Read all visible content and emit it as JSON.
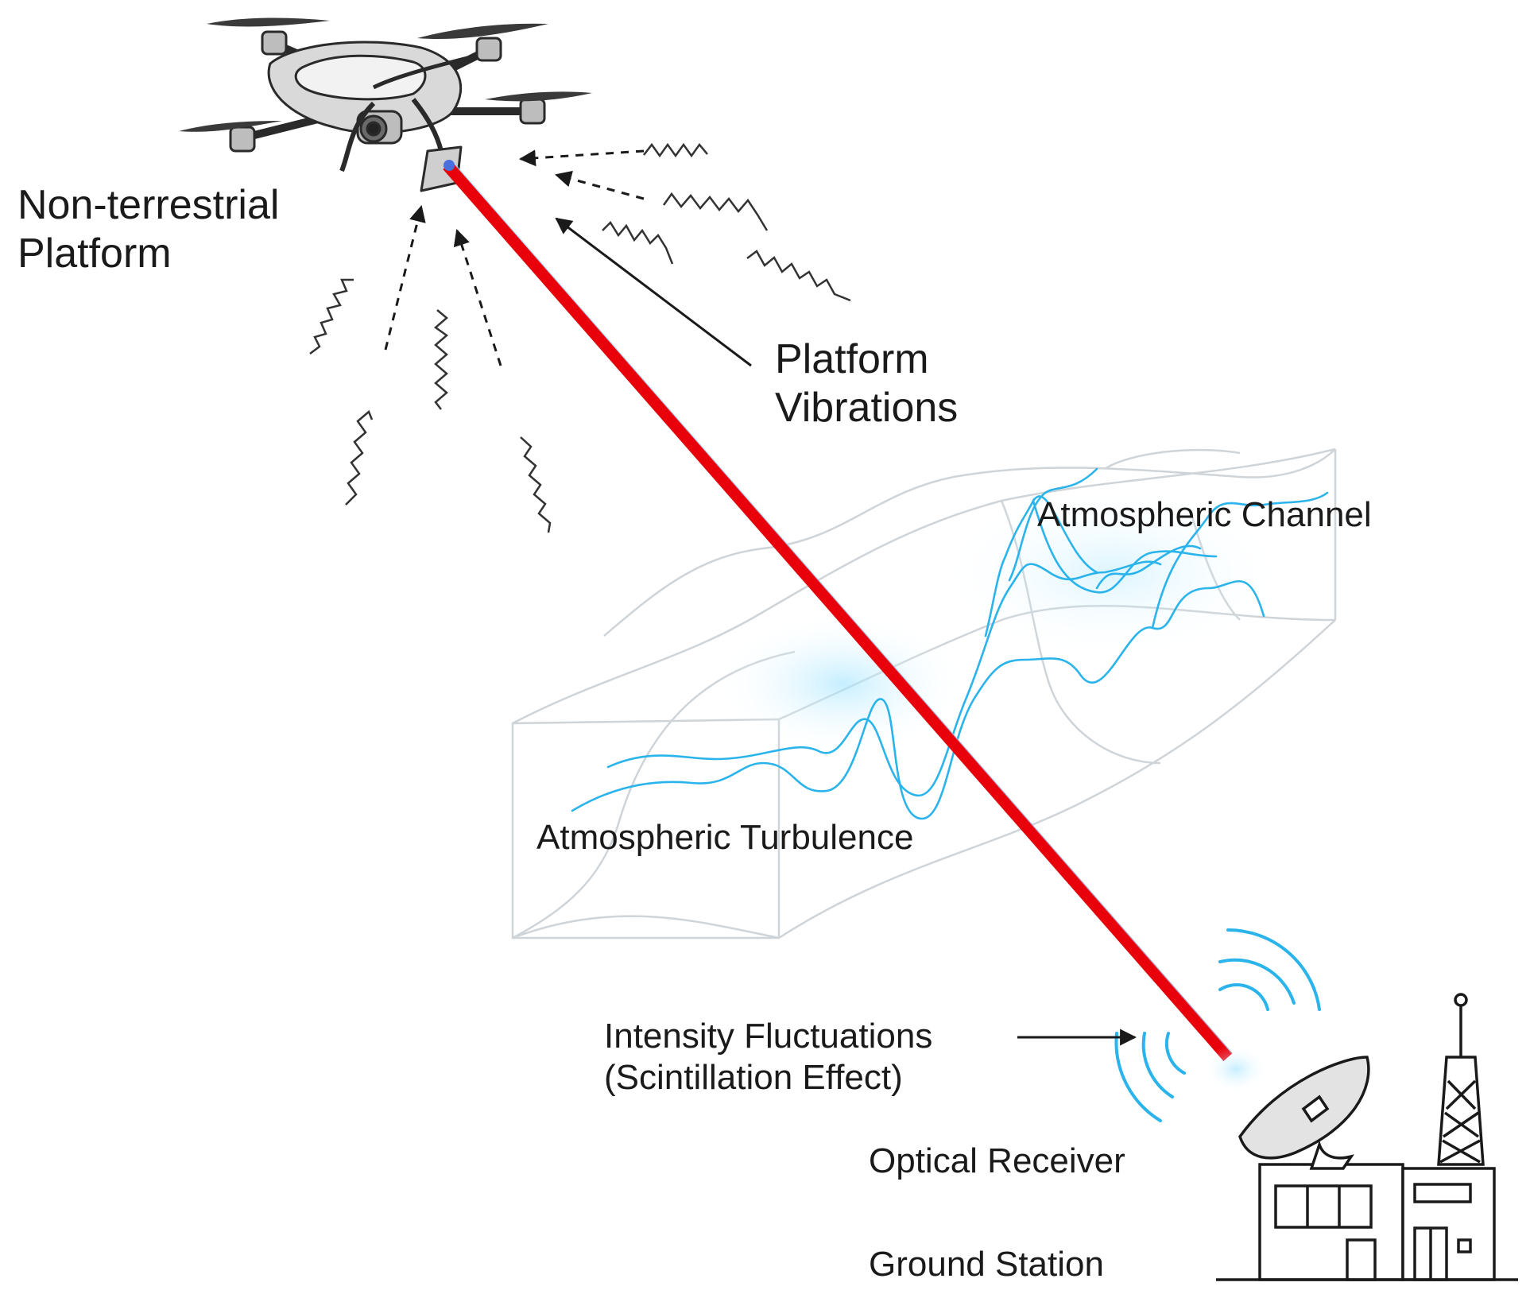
{
  "labels": {
    "platform": [
      "Non-terrestrial",
      "Platform"
    ],
    "vibrations": [
      "Platform",
      "Vibrations"
    ],
    "channel": "Atmospheric Channel",
    "turbulence": "Atmospheric Turbulence",
    "intensity": [
      "Intensity Fluctuations",
      "(Scintillation Effect)"
    ],
    "receiver": "Optical Receiver",
    "ground": "Ground Station"
  },
  "icons": [
    "drone-icon",
    "satellite-dish-icon",
    "radio-tower-icon",
    "building-icon"
  ],
  "colors": {
    "beam": "#e8000b",
    "turbulence": "#2bb4ec",
    "channel_outline": "#c8cdd2",
    "ink": "#1a1a1a"
  }
}
